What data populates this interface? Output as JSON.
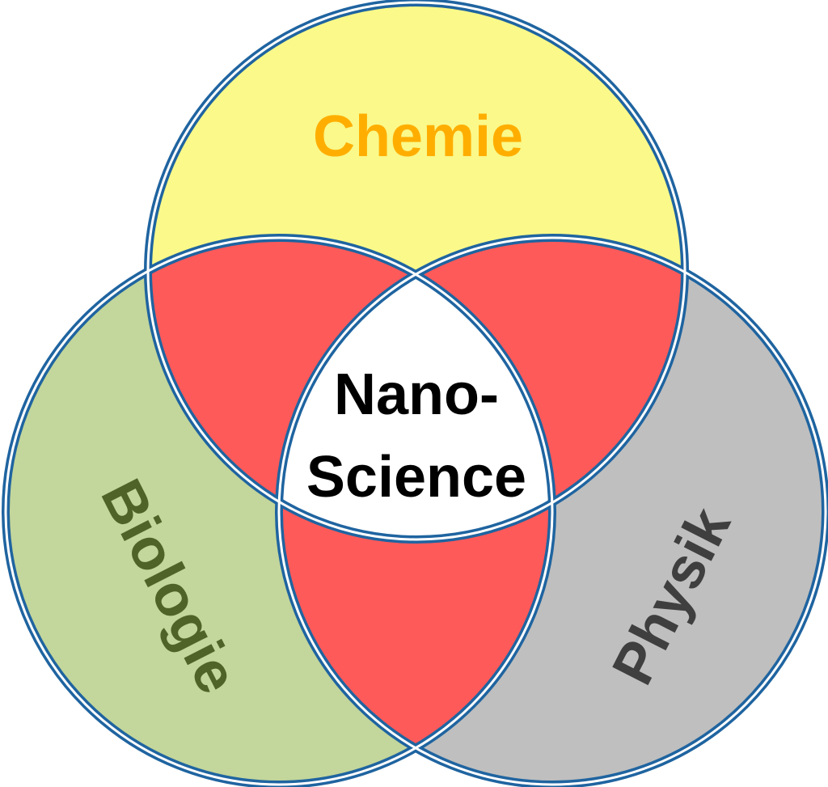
{
  "diagram": {
    "circles": [
      {
        "key": "chemie",
        "label": "Chemie",
        "fill": "#faf98a",
        "text_color": "#ffae00"
      },
      {
        "key": "biologie",
        "label": "Biologie",
        "fill": "#c3d69b",
        "text_color": "#4f6228"
      },
      {
        "key": "physik",
        "label": "Physik",
        "fill": "#bfbfbf",
        "text_color": "#3f3f3f"
      }
    ],
    "overlap_fill": "#ff5a5a",
    "outline_color": "#1f64a0",
    "center": {
      "line1": "Nano-",
      "line2": "Science",
      "fill": "#ffffff",
      "text_color": "#000000"
    }
  }
}
